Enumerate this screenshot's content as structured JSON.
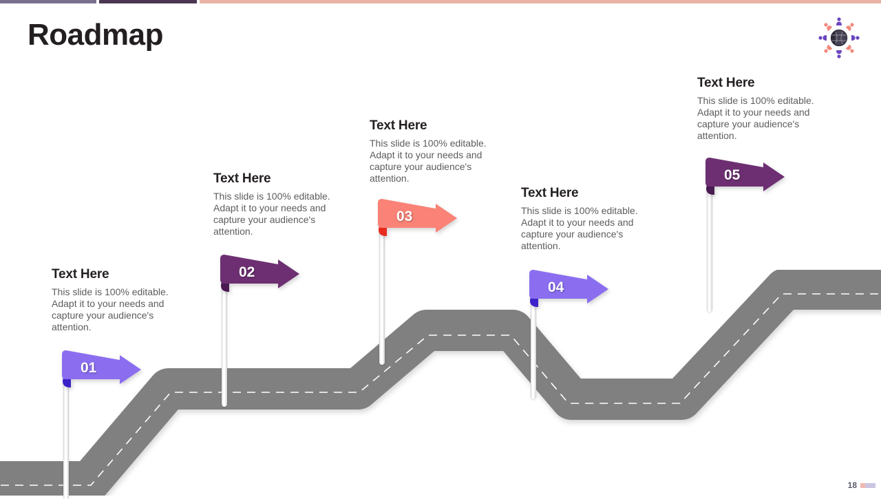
{
  "slide": {
    "title": "Roadmap",
    "page_number": "18"
  },
  "topbar": {
    "segment_colors": [
      "#7b6f8f",
      "#4a3552",
      "#e8b3a6"
    ]
  },
  "logo": {
    "name": "globe-people-logo",
    "globe_color": "#2e2a38",
    "person_colors": [
      "#6b46c1",
      "#f08a7d"
    ]
  },
  "road": {
    "color": "#808080",
    "center_line_color": "#ffffff",
    "center_line_style": "dashed"
  },
  "footer": {
    "bar_colors": [
      "#f0b8b0",
      "#c9c4e0"
    ]
  },
  "body_text": "This slide is 100% editable. Adapt it to your needs and capture your audience's attention.",
  "milestones": [
    {
      "number": "01",
      "heading": "Text Here",
      "body": "This slide is 100% editable. Adapt it to your needs and capture your audience's attention.",
      "flag_color": "#8b6ef0",
      "fold_color": "#3b21c9"
    },
    {
      "number": "02",
      "heading": "Text Here",
      "body": "This slide is 100% editable. Adapt it to your needs and capture your audience's attention.",
      "flag_color": "#6d2f72",
      "fold_color": "#4a1a52"
    },
    {
      "number": "03",
      "heading": "Text Here",
      "body": "This slide is 100% editable. Adapt it to your needs and capture your audience's attention.",
      "flag_color": "#fa8276",
      "fold_color": "#e82b1e"
    },
    {
      "number": "04",
      "heading": "Text Here",
      "body": "This slide is 100% editable. Adapt it to your needs and capture your audience's attention.",
      "flag_color": "#8b6ef0",
      "fold_color": "#3b21c9"
    },
    {
      "number": "05",
      "heading": "Text Here",
      "body": "This slide is 100% editable. Adapt it to your needs and capture your audience's attention.",
      "flag_color": "#6d2f72",
      "fold_color": "#4a1a52"
    }
  ]
}
